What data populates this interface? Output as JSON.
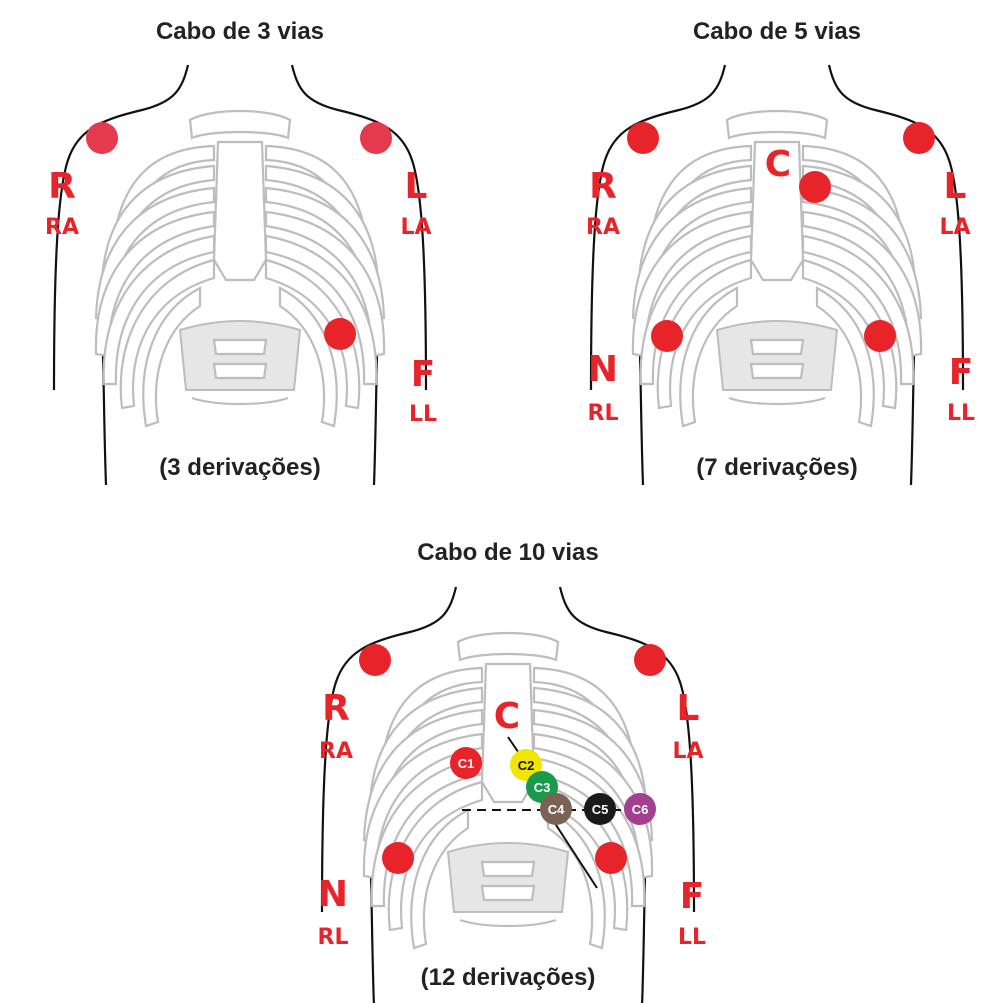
{
  "colors": {
    "electrode": "#e8242b",
    "electrode_light": "#e53a4d",
    "label": "#e8242b",
    "text": "#222222",
    "c1": "#e8242b",
    "c2": "#f2e600",
    "c3": "#1a9b4b",
    "c4": "#7a6255",
    "c5": "#1a1a1a",
    "c6": "#a23f8f"
  },
  "panels": [
    {
      "title": "Cabo de 3 vias",
      "caption": "(3 derivações)",
      "labels": {
        "r": "R",
        "ra": "RA",
        "l": "L",
        "la": "LA",
        "f": "F",
        "ll": "LL"
      }
    },
    {
      "title": "Cabo de 5 vias",
      "caption": "(7 derivações)",
      "labels": {
        "r": "R",
        "ra": "RA",
        "l": "L",
        "la": "LA",
        "c": "C",
        "n": "N",
        "rl": "RL",
        "f": "F",
        "ll": "LL"
      }
    },
    {
      "title": "Cabo de 10 vias",
      "caption": "(12 derivações)",
      "labels": {
        "r": "R",
        "ra": "RA",
        "l": "L",
        "la": "LA",
        "c": "C",
        "n": "N",
        "rl": "RL",
        "f": "F",
        "ll": "LL"
      },
      "chest_electrodes": [
        "C1",
        "C2",
        "C3",
        "C4",
        "C5",
        "C6"
      ]
    }
  ]
}
